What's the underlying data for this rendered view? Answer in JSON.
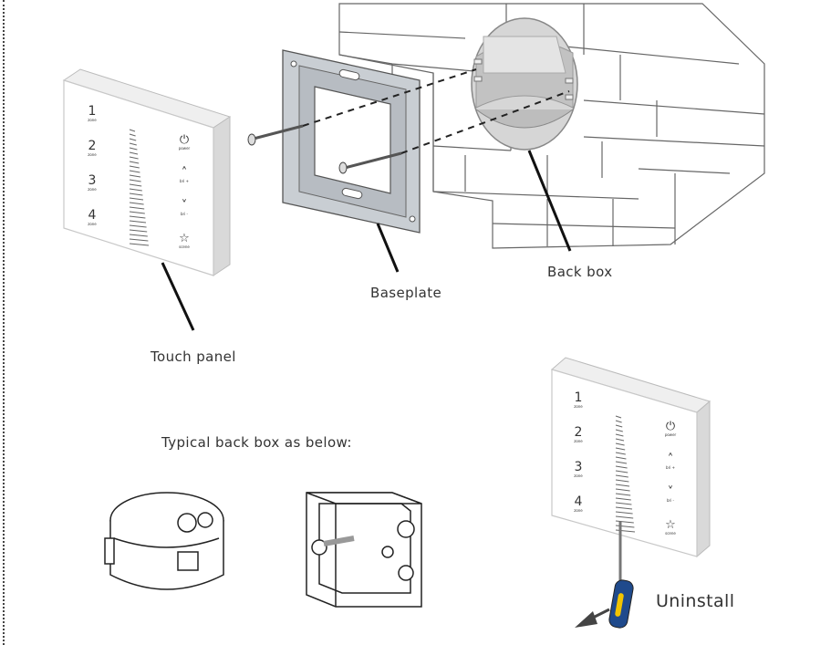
{
  "labels": {
    "touch_panel": "Touch panel",
    "baseplate": "Baseplate",
    "back_box": "Back box",
    "typical_back_box": "Typical back box as below:",
    "uninstall": "Uninstall"
  },
  "panel_buttons": {
    "left": [
      "1",
      "2",
      "3",
      "4"
    ],
    "left_sub": "zone",
    "right_sub": [
      "power",
      "bri +",
      "bri -",
      "scene"
    ]
  },
  "colors": {
    "line": "#222222",
    "panel_edge": "#cfcfcf",
    "wall_line": "#555555",
    "screwdriver_handle": "#1f4a8c",
    "screwdriver_accent": "#f2c400",
    "arrow": "#444444"
  }
}
